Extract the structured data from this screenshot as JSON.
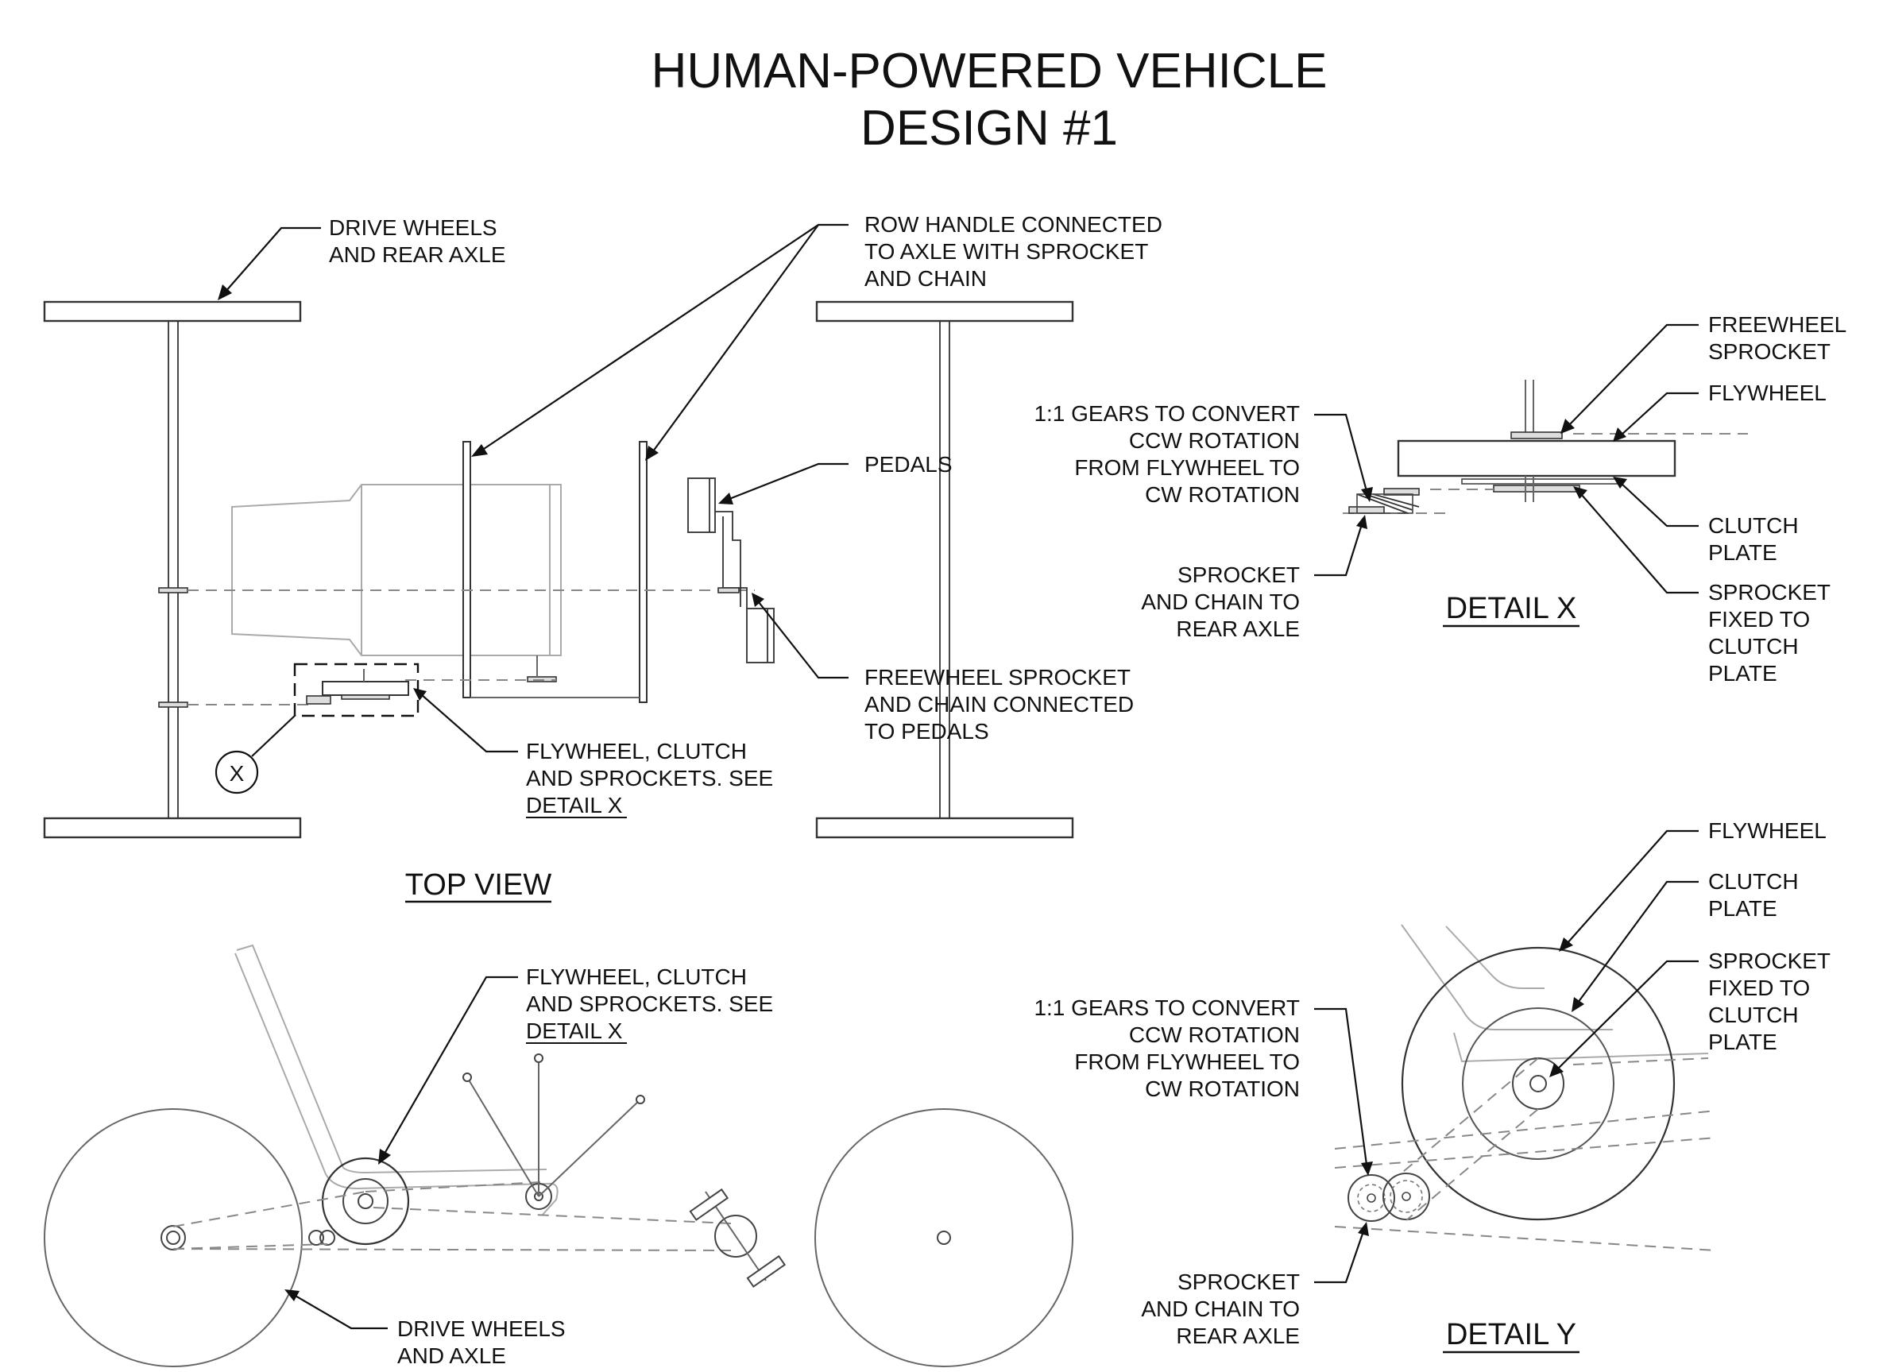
{
  "title": {
    "line1": "HUMAN-POWERED VEHICLE",
    "line2": "DESIGN #1"
  },
  "top_view": {
    "title": "TOP VIEW",
    "callouts": {
      "drive_wheels": [
        "DRIVE WHEELS",
        "AND REAR AXLE"
      ],
      "row_handle": [
        "ROW HANDLE CONNECTED",
        "TO AXLE WITH SPROCKET",
        "AND CHAIN"
      ],
      "pedals": [
        "PEDALS"
      ],
      "freewheel_sprocket": [
        "FREEWHEEL SPROCKET",
        "AND CHAIN CONNECTED",
        "TO PEDALS"
      ],
      "flywheel_ref": [
        "FLYWHEEL, CLUTCH",
        "AND SPROCKETS. SEE",
        "DETAIL X"
      ]
    },
    "detail_marker": "X"
  },
  "side_view": {
    "callouts": {
      "flywheel_ref": [
        "FLYWHEEL, CLUTCH",
        "AND SPROCKETS. SEE",
        "DETAIL X"
      ],
      "drive_wheels": [
        "DRIVE WHEELS",
        "AND AXLE"
      ]
    }
  },
  "detail_x": {
    "title": "DETAIL X",
    "callouts": {
      "freewheel_sprocket": [
        "FREEWHEEL",
        "SPROCKET"
      ],
      "flywheel": [
        "FLYWHEEL"
      ],
      "gears": [
        "1:1 GEARS TO CONVERT",
        "CCW ROTATION",
        "FROM FLYWHEEL TO",
        "CW ROTATION"
      ],
      "sprocket_chain": [
        "SPROCKET",
        "AND CHAIN TO",
        "REAR AXLE"
      ],
      "clutch_plate": [
        "CLUTCH",
        "PLATE"
      ],
      "sprocket_fixed": [
        "SPROCKET",
        "FIXED TO",
        "CLUTCH",
        "PLATE"
      ]
    }
  },
  "detail_y": {
    "title": "DETAIL Y",
    "callouts": {
      "flywheel": [
        "FLYWHEEL"
      ],
      "clutch_plate": [
        "CLUTCH",
        "PLATE"
      ],
      "sprocket_fixed": [
        "SPROCKET",
        "FIXED TO",
        "CLUTCH",
        "PLATE"
      ],
      "gears": [
        "1:1 GEARS TO CONVERT",
        "CCW ROTATION",
        "FROM FLYWHEEL TO",
        "CW ROTATION"
      ],
      "sprocket_chain": [
        "SPROCKET",
        "AND CHAIN TO",
        "REAR AXLE"
      ]
    }
  }
}
